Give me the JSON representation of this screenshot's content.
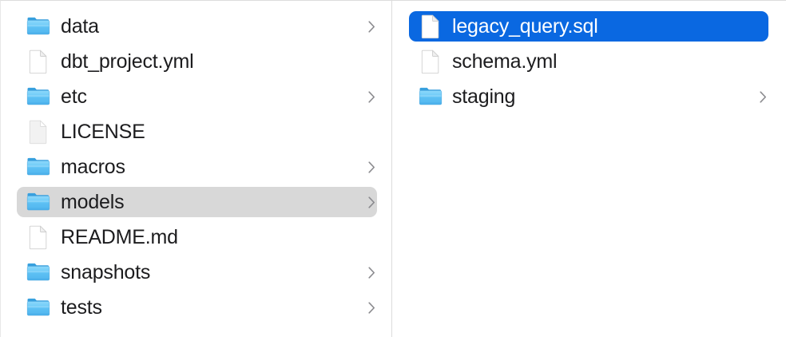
{
  "app": {
    "name": "Finder",
    "view_mode": "column"
  },
  "colors": {
    "selection_active": "#0a68e1",
    "selection_inactive": "#d8d8d8",
    "folder_icon": "#5ac8f5",
    "text": "#1c1c1e",
    "text_selected": "#ffffff",
    "divider": "#dcdcdc"
  },
  "columns": [
    {
      "name": "parent-column",
      "items": [
        {
          "label": "data",
          "kind": "folder",
          "icon": "folder-icon",
          "chevron": true,
          "selected": false,
          "selection_style": "none"
        },
        {
          "label": "dbt_project.yml",
          "kind": "file",
          "icon": "document-icon",
          "chevron": false,
          "selected": false,
          "selection_style": "none"
        },
        {
          "label": "etc",
          "kind": "folder",
          "icon": "folder-icon",
          "chevron": true,
          "selected": false,
          "selection_style": "none"
        },
        {
          "label": "LICENSE",
          "kind": "file",
          "icon": "generic-file-icon",
          "chevron": false,
          "selected": false,
          "selection_style": "none"
        },
        {
          "label": "macros",
          "kind": "folder",
          "icon": "folder-icon",
          "chevron": true,
          "selected": false,
          "selection_style": "none"
        },
        {
          "label": "models",
          "kind": "folder",
          "icon": "folder-icon",
          "chevron": true,
          "selected": true,
          "selection_style": "gray"
        },
        {
          "label": "README.md",
          "kind": "file",
          "icon": "document-icon",
          "chevron": false,
          "selected": false,
          "selection_style": "none"
        },
        {
          "label": "snapshots",
          "kind": "folder",
          "icon": "folder-icon",
          "chevron": true,
          "selected": false,
          "selection_style": "none"
        },
        {
          "label": "tests",
          "kind": "folder",
          "icon": "folder-icon",
          "chevron": true,
          "selected": false,
          "selection_style": "none"
        }
      ]
    },
    {
      "name": "child-column",
      "items": [
        {
          "label": "legacy_query.sql",
          "kind": "file",
          "icon": "document-icon",
          "chevron": false,
          "selected": true,
          "selection_style": "blue"
        },
        {
          "label": "schema.yml",
          "kind": "file",
          "icon": "document-icon",
          "chevron": false,
          "selected": false,
          "selection_style": "none"
        },
        {
          "label": "staging",
          "kind": "folder",
          "icon": "folder-icon",
          "chevron": true,
          "selected": false,
          "selection_style": "none"
        }
      ]
    }
  ]
}
